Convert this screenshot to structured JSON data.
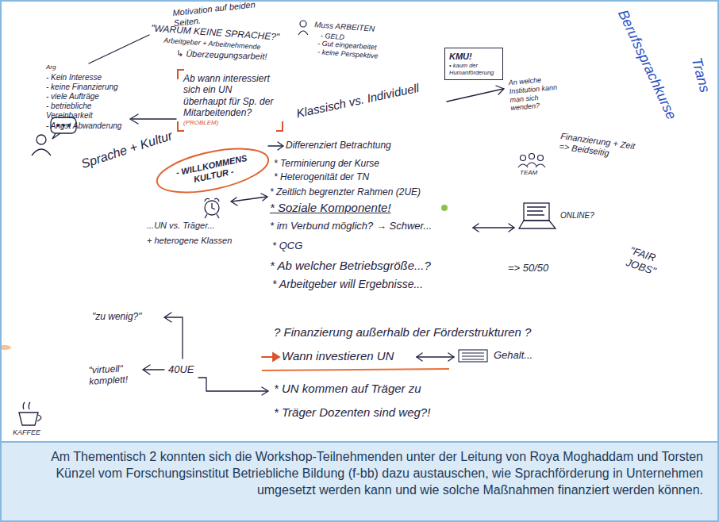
{
  "diagram": {
    "caption": "Am Thementisch 2 konnten sich die Workshop-Teilnehmenden unter der Leitung von Roya Moghaddam und Torsten Künzel vom Forschungsinstitut Betriebliche Bildung (f-bb) dazu austauschen, wie Sprachförderung in Unternehmen umgesetzt werden kann und wie solche Maßnahmen finanziert werden können.",
    "nodes": [
      {
        "text": [
          "Ab wann interessiert sich ein UN überhaupt für Sp. der Mitarbeitenden?",
          "(PROBLEM)"
        ]
      },
      {
        "text": [
          "KMU!",
          "• kaum der Humanförderung"
        ]
      },
      {
        "text": [
          "- WILLKOMMENS KULTUR -"
        ]
      }
    ],
    "labels": [
      "Motivation auf beiden Seiten.",
      "\"WARUM KEINE SPRACHE?\"",
      "Arbeitgeber + Arbeitnehmende",
      "↳ Überzeugungsarbeit!",
      "Muss ARBEITEN",
      "- GELD",
      "- Gut eingearbeitet",
      "- keine Perspektive",
      "Berufssprachkurse",
      "Trans",
      "Arg",
      "- Kein Interesse",
      "- keine Finanzierung",
      "- viele Aufträge",
      "- betriebliche Vereinbarkeit",
      "- Angst Abwanderung",
      "Klassisch vs. Individuell",
      "An welche Institution kann man sich wenden?",
      "Sprache + Kultur",
      "Differenziert Betrachtung",
      "* Terminierung der Kurse",
      "* Heterogenität der TN",
      "* Zeitlich begrenzter Rahmen (2UE)",
      "* Soziale Komponente!",
      "* im Verbund möglich? → Schwer...",
      "* QCG",
      "* Ab welcher Betriebsgröße...?",
      "=> 50/50",
      "* Arbeitgeber will Ergebnisse...",
      "Finanzierung + Zeit => Beidseitig",
      "TEAM",
      "ONLINE?",
      "\"FAIR JOBS\"",
      "...UN vs. Träger...",
      "+ heterogene Klassen",
      "\"zu wenig?\"",
      "\"virtuell\" komplett!",
      "40UE",
      "? Finanzierung außerhalb der Förderstrukturen ?",
      "Wann investieren UN",
      "Gehalt...",
      "* UN kommen auf Träger zu",
      "* Träger Dozenten sind weg?!",
      "KAFFEE"
    ]
  }
}
